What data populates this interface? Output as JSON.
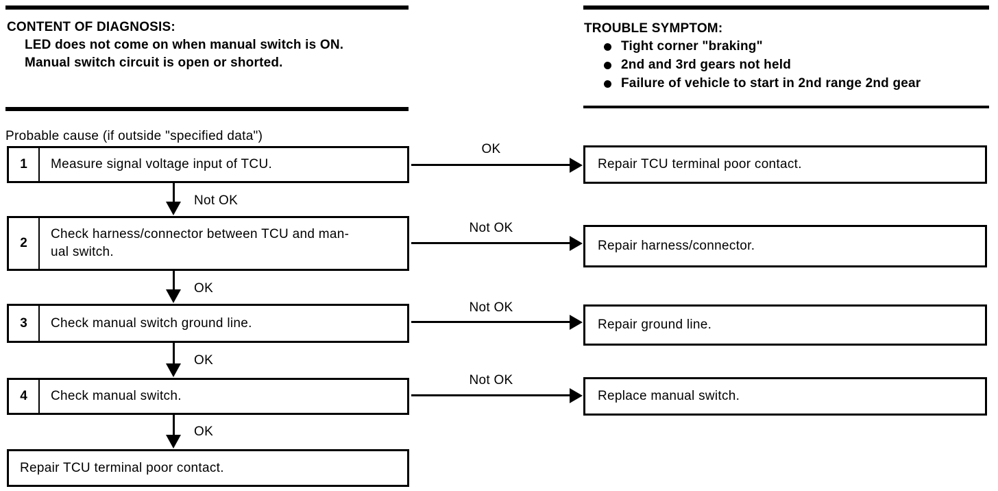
{
  "diagnosis": {
    "title": "CONTENT OF DIAGNOSIS:",
    "line1": "LED does not come on when manual switch is ON.",
    "line2": "Manual switch circuit is open or shorted."
  },
  "symptom": {
    "title": "TROUBLE SYMPTOM:",
    "bullets": [
      "Tight corner \"braking\"",
      "2nd and 3rd gears not held",
      "Failure of vehicle to start in 2nd range 2nd gear"
    ]
  },
  "probable_cause_label": "Probable cause (if outside \"specified data\")",
  "steps": [
    {
      "number": "1",
      "text": "Measure signal voltage input of TCU.",
      "down_label": "Not OK",
      "right_label": "OK",
      "result": "Repair TCU terminal poor contact."
    },
    {
      "number": "2",
      "text": "Check harness/connector between TCU and man-\nual switch.",
      "down_label": "OK",
      "right_label": "Not OK",
      "result": "Repair harness/connector."
    },
    {
      "number": "3",
      "text": "Check manual switch ground line.",
      "down_label": "OK",
      "right_label": "Not OK",
      "result": "Repair ground line."
    },
    {
      "number": "4",
      "text": "Check manual switch.",
      "down_label": "OK",
      "right_label": "Not OK",
      "result": "Replace manual switch."
    }
  ],
  "final_box": "Repair TCU terminal poor contact.",
  "colors": {
    "ink": "#000000",
    "paper": "#ffffff"
  }
}
